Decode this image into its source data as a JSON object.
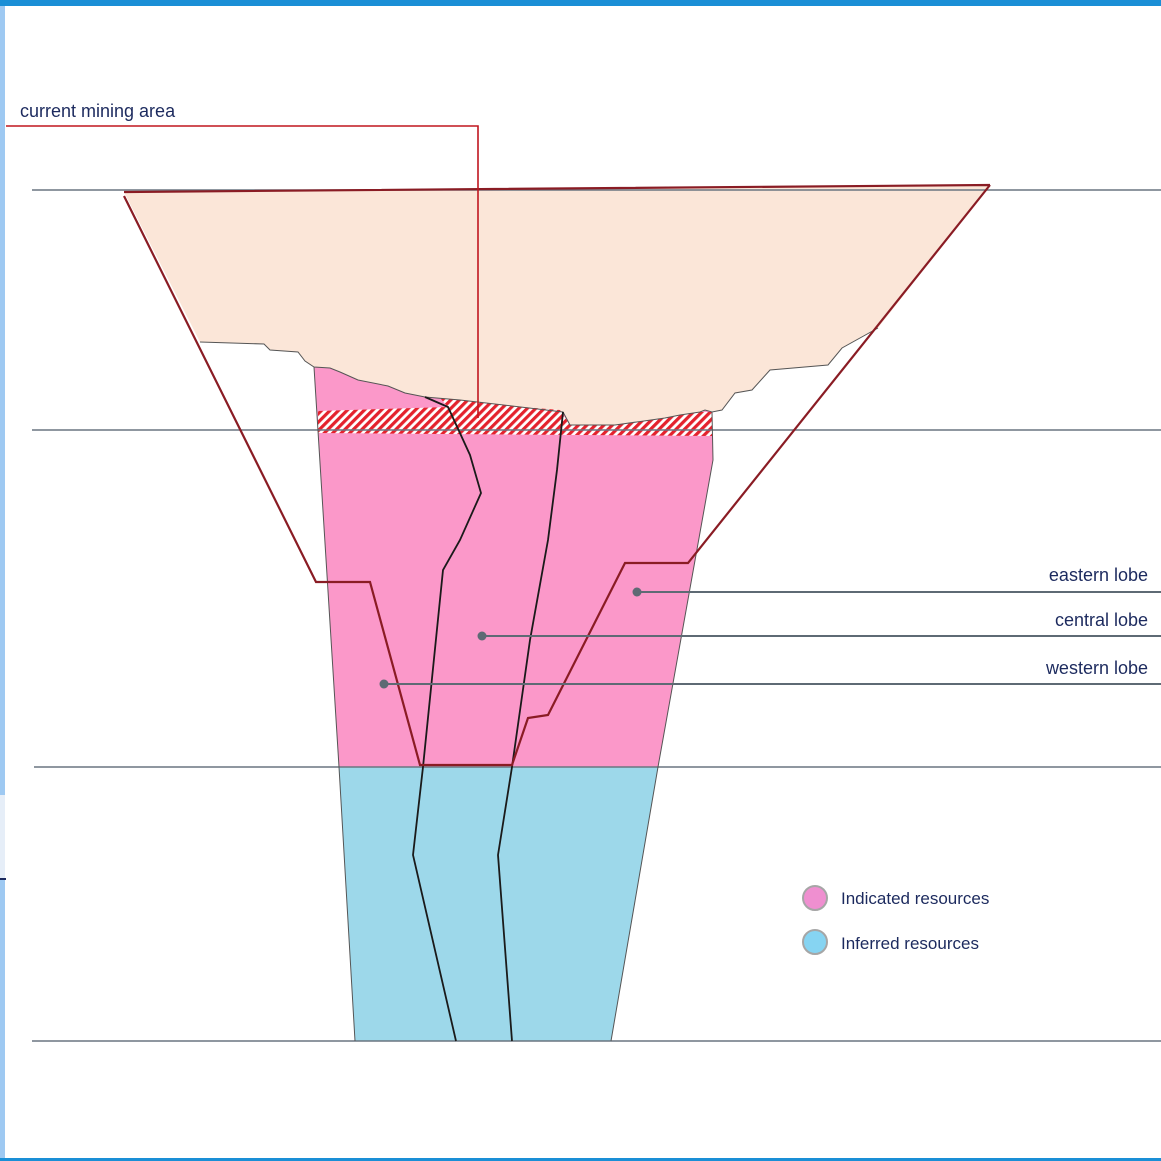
{
  "annotations": {
    "current_mining_area": "current mining area",
    "eastern_lobe": "eastern lobe",
    "central_lobe": "central lobe",
    "western_lobe": "western lobe"
  },
  "legend": {
    "indicated": "Indicated resources",
    "inferred": "Inferred resources"
  },
  "colors": {
    "frame_blue": "#1a8fd6",
    "left_strip": "#9ec9f2",
    "mined_out": "#fbe6d8",
    "indicated": "#fb98c9",
    "inferred": "#9dd8ea",
    "pit_outline": "#8a1c24",
    "callout_red": "#c0161f",
    "level_line": "#6a7580",
    "lobe_line": "#1a1a1a",
    "hatch_red": "#e4222d",
    "legend_indicated": "#ef8fd0",
    "legend_inferred": "#86d4f2"
  }
}
